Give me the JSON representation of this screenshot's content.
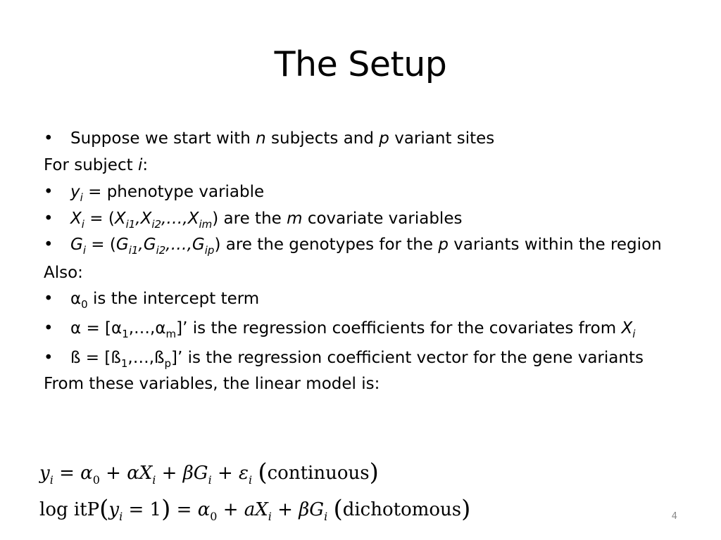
{
  "title": "The Setup",
  "body": {
    "l1": {
      "a": "Suppose we start with ",
      "n": "n",
      "b": " subjects and ",
      "p": "p",
      "c": " variant sites"
    },
    "l2": {
      "a": "For subject ",
      "i": "i",
      "b": ":"
    },
    "l3": {
      "y": "y",
      "ysub": "i",
      "rest": " = phenotype variable"
    },
    "l4": {
      "x": "X",
      "xsub": "i",
      "eq": " = (",
      "x1": "X",
      "s1": "i1",
      "c1": ",",
      "x2": "X",
      "s2": "i2",
      "c2": ",…,",
      "xm": "X",
      "sm": "im",
      "close": ") are the ",
      "m": "m",
      "rest": " covariate variables"
    },
    "l5": {
      "g": "G",
      "gsub": "i",
      "eq": " = (",
      "g1": "G",
      "s1": "i1",
      "c1": ",",
      "g2": "G",
      "s2": "i2",
      "c2": ",…,",
      "gp": "G",
      "sp": "ip",
      "close": ") are the genotypes for the ",
      "p": "p",
      "rest": " variants within the region"
    },
    "l6": "Also:",
    "l7": {
      "a": "α",
      "sub": "0",
      "rest": " is the intercept term"
    },
    "l8": {
      "a": "α = [α",
      "s1": "1",
      "b": ",…,α",
      "sm": "m",
      "c": "]’ is the regression coefficients for the covariates from ",
      "x": "X",
      "xsub": "i"
    },
    "l9": {
      "a": "ß = [ß",
      "s1": "1",
      "b": ",…,ß",
      "sp": "p",
      "c": "]’ is the regression coefficient vector for the gene variants"
    },
    "l10": "From these variables, the linear model is:"
  },
  "eq1": {
    "y": "y",
    "ysub": "i",
    "e1": " = ",
    "alpha": "α",
    "a0": "0",
    "e2": " + α",
    "X": "X",
    "xsub": "i",
    "e3": " + β",
    "G": "G",
    "gsub": "i",
    "e4": " + ε",
    "esub": "i",
    "label": "continuous"
  },
  "eq2": {
    "logit": "log itP",
    "y": "y",
    "ysub": "i",
    "one": " = 1",
    "e1": " = ",
    "alpha": "α",
    "a0": "0",
    "e2": " + ",
    "a": "a",
    "X": "X",
    "xsub": "i",
    "e3": " + β",
    "G": "G",
    "gsub": "i",
    "label": "dichotomous"
  },
  "page_number": "4"
}
